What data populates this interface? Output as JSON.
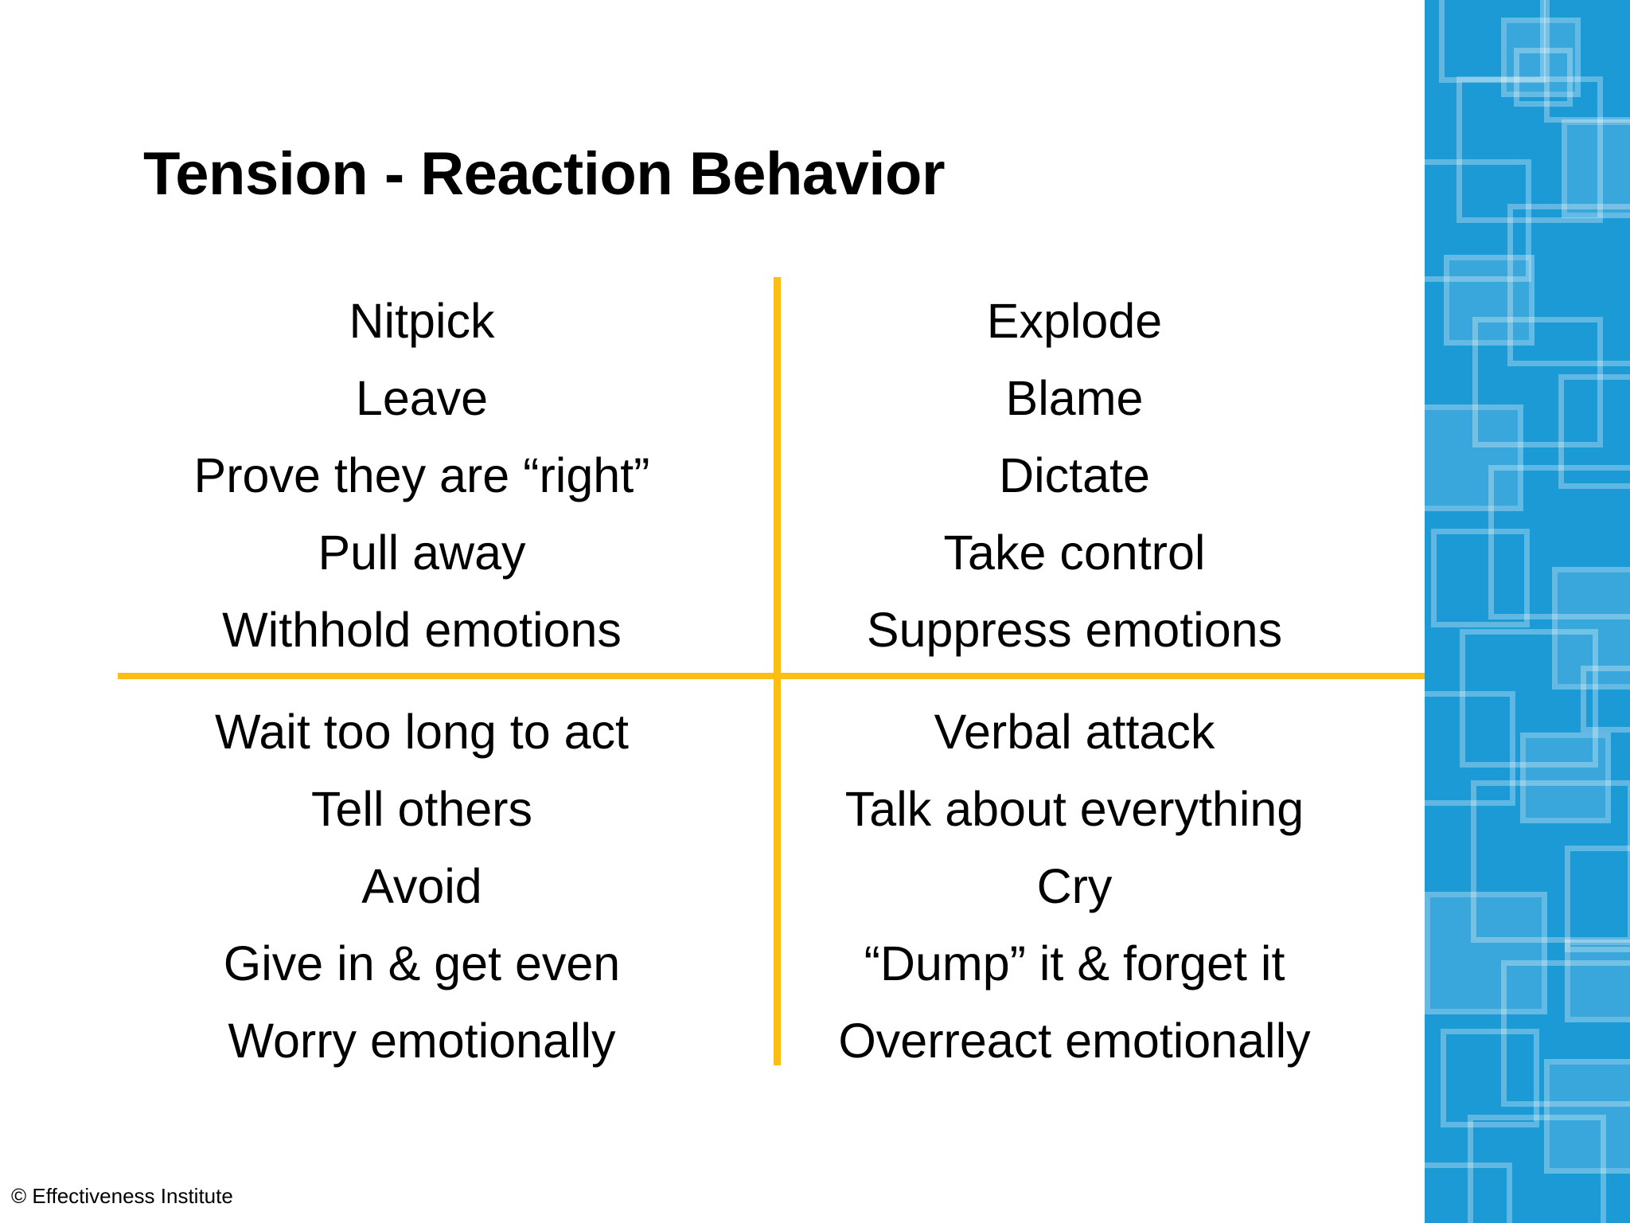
{
  "slide": {
    "title": "Tension - Reaction Behavior",
    "background_color": "#FFFFFF",
    "text_color": "#000000",
    "accent_color": "#FBBE15",
    "side_band_color": "#1C9AD6"
  },
  "matrix": {
    "divider_color": "#FBBE15",
    "quadrants": {
      "top_left": [
        "Nitpick",
        "Leave",
        "Prove they are “right”",
        "Pull away",
        "Withhold emotions"
      ],
      "top_right": [
        "Explode",
        "Blame",
        "Dictate",
        "Take control",
        "Suppress emotions"
      ],
      "bottom_left": [
        "Wait too long to act",
        "Tell others",
        "Avoid",
        "Give in & get even",
        "Worry emotionally"
      ],
      "bottom_right": [
        "Verbal attack",
        "Talk about everything",
        "Cry",
        "“Dump” it & forget it",
        "Overreact emotionally"
      ]
    }
  },
  "footer": {
    "copyright": "© Effectiveness Institute"
  }
}
